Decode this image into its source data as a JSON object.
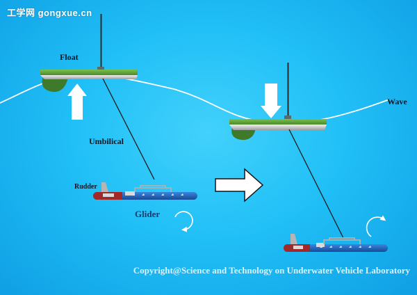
{
  "watermark": "工学网 gongxue.cn",
  "labels": {
    "float": "Float",
    "wave": "Wave",
    "umbilical": "Umbilical",
    "rudder": "Rudder",
    "glider": "Glider"
  },
  "copyright": "Copyright@Science and Technology on Underwater Vehicle Laboratory",
  "colors": {
    "water": "#21c0f7",
    "float_deck": "#5e9e3a",
    "float_keel": "#3f7a2a",
    "glider_body": "#1f5fb3",
    "glider_tail": "#a02a2a",
    "wave_line": "#ffffff",
    "tether": "#1b1b1b"
  },
  "icons": {
    "up_arrow": "up-arrow-icon",
    "down_arrow": "down-arrow-icon",
    "transition_arrow": "right-arrow-icon",
    "rotation_ccw": "rotate-arrow-icon",
    "rotation_cw": "rotate-arrow-icon"
  }
}
